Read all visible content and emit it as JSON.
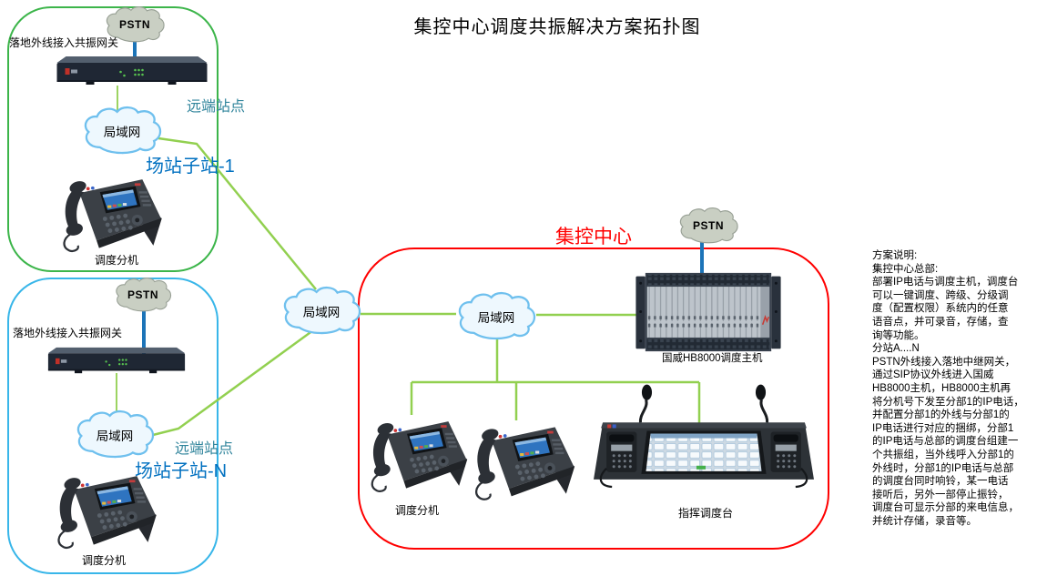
{
  "title": "集控中心调度共振解决方案拓扑图",
  "remote_site_1": {
    "pstn_label": "PSTN",
    "gateway_label": "落地外线接入共振网关",
    "remote_site_tag": "远端站点",
    "lan_label": "局域网",
    "site_name": "场站子站-1",
    "phone_label": "调度分机"
  },
  "remote_site_n": {
    "pstn_label": "PSTN",
    "gateway_label": "落地外线接入共振网关",
    "remote_site_tag": "远端站点",
    "lan_label": "局域网",
    "site_name": "场站子站-N",
    "phone_label": "调度分机"
  },
  "backbone": {
    "lan_label": "局域网"
  },
  "control_center": {
    "name": "集控中心",
    "pstn_label": "PSTN",
    "lan_label": "局域网",
    "server_label": "国威HB8000调度主机",
    "phone_label": "调度分机",
    "console_label": "指挥调度台"
  },
  "notes": {
    "text": "方案说明:\n集控中心总部:\n部署IP电话与调度主机，调度台\n可以一键调度、跨级、分级调\n度（配置权限）系统内的任意\n语音点，并可录音，存储，查\n询等功能。\n分站A....N\nPSTN外线接入落地中继网关，\n通过SIP协议外线进入国威\nHB8000主机，HB8000主机再\n将分机号下发至分部1的IP电话，\n并配置分部1的外线与分部1的\nIP电话进行对应的捆绑，分部1\n的IP电话与总部的调度台组建一\n个共振组，当外线呼入分部1的\n外线时，分部1的IP电话与总部\n的调度台同时响铃，某一电话\n接听后，另外一部停止振铃，\n调度台可显示分部的来电信息，\n并统计存储，录音等。"
  },
  "colors": {
    "site_box_green": "#3cb54a",
    "site_box_blue": "#38b6e9",
    "center_box_red": "#ff0000",
    "lan_line_green": "#92d050",
    "pstn_line_blue": "#1c74b8",
    "remote_tag_teal": "#31859c",
    "site_name_blue": "#0070c0"
  }
}
